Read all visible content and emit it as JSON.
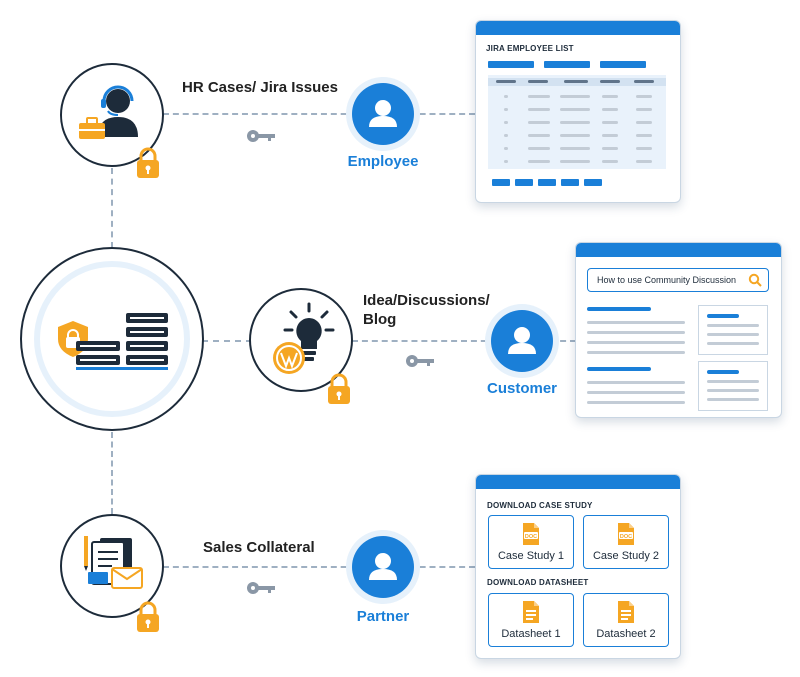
{
  "flows": {
    "employee": {
      "label": "HR Cases/ Jira Issues",
      "role": "Employee"
    },
    "customer": {
      "label": "Idea/Discussions/ Blog",
      "label_line1": "Idea/Discussions/",
      "label_line2": "Blog",
      "role": "Customer"
    },
    "partner": {
      "label": "Sales Collateral",
      "role": "Partner"
    }
  },
  "jira_card": {
    "title": "JIRA EMPLOYEE LIST"
  },
  "community_card": {
    "search_placeholder": "How to use Community Discussion"
  },
  "download_card": {
    "case_study_heading": "DOWNLOAD CASE STUDY",
    "case_studies": [
      "Case Study 1",
      "Case Study 2"
    ],
    "doc_badge": "DOC",
    "datasheet_heading": "DOWNLOAD DATASHEET",
    "datasheets": [
      "Datasheet 1",
      "Datasheet 2"
    ]
  },
  "colors": {
    "accent_blue": "#1a7fd8",
    "lock_orange": "#f5a623",
    "dark_navy": "#1d2b3a",
    "key_gray": "#8a97a6"
  },
  "icons": [
    "headset-agent-icon",
    "briefcase-icon",
    "lock-icon",
    "key-icon",
    "user-icon",
    "server-stack-icon",
    "shield-lock-icon",
    "lightbulb-icon",
    "wordpress-icon",
    "documents-envelope-icon",
    "search-icon",
    "doc-file-icon",
    "datasheet-file-icon"
  ]
}
